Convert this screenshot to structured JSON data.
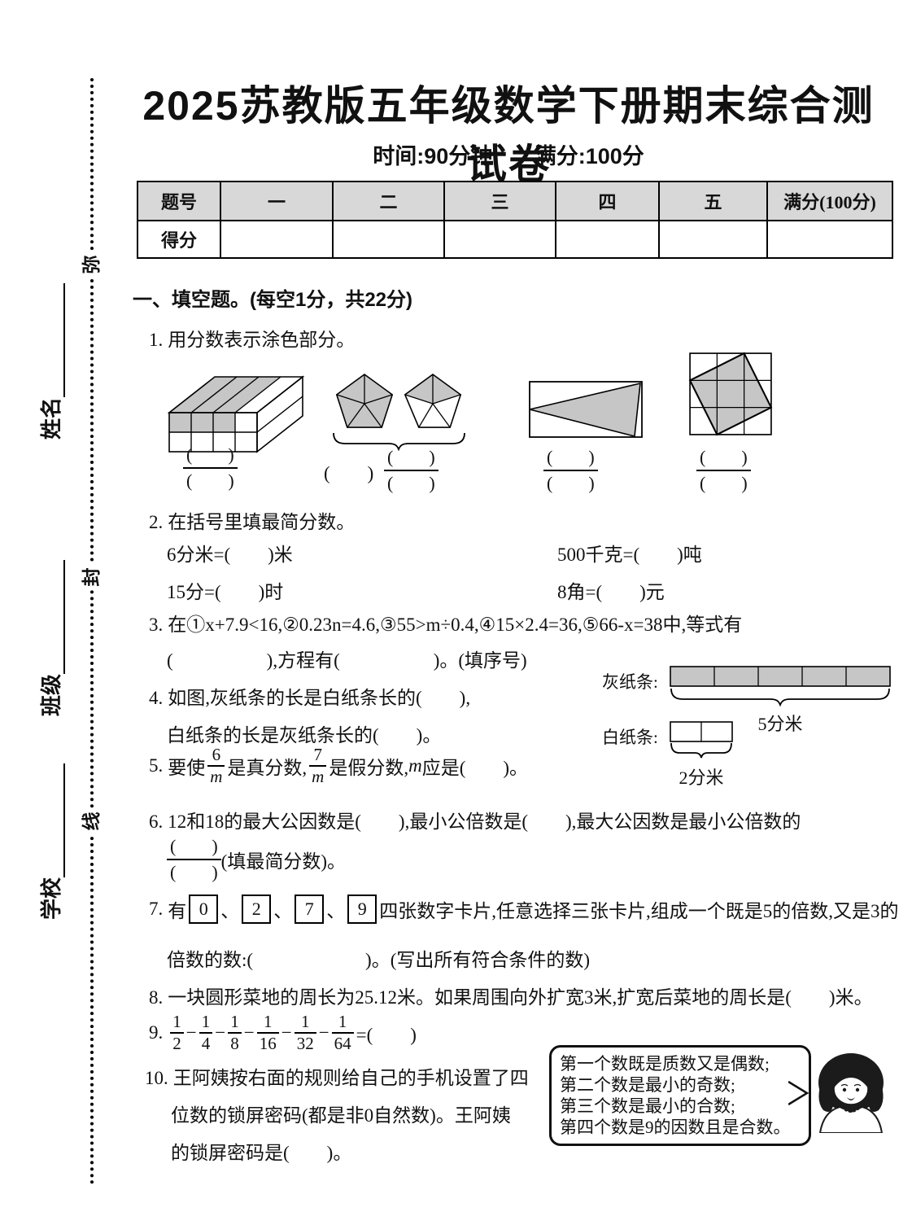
{
  "page": {
    "title": "2025苏教版五年级数学下册期末综合测试卷",
    "time": "时间:90分钟",
    "full_score": "满分:100分"
  },
  "score_table": {
    "headers": [
      "题号",
      "一",
      "二",
      "三",
      "四",
      "五",
      "满分(100分)"
    ],
    "score_row_label": "得分"
  },
  "seal": {
    "char_top": "弥",
    "char_mid": "封",
    "char_bottom": "线",
    "name_label": "姓名",
    "class_label": "班级",
    "school_label": "学校"
  },
  "blanks": {
    "paren": "(　　)",
    "paren_small": "(　)"
  },
  "section1": {
    "heading": "一、填空题。(每空1分，共22分)",
    "q1": {
      "no": "1.",
      "text": "用分数表示涂色部分。"
    },
    "q2": {
      "no": "2.",
      "text": "在括号里填最简分数。",
      "item1": "6分米=(　　)米",
      "item2": "500千克=(　　)吨",
      "item3": "15分=(　　)时",
      "item4": "8角=(　　)元"
    },
    "q3": {
      "no": "3.",
      "line1": "在①x+7.9<16,②0.23n=4.6,③55>m÷0.4,④15×2.4=36,⑤66-x=38中,等式有",
      "line2": "(　　　　　),方程有(　　　　　)。(填序号)"
    },
    "q4": {
      "no": "4.",
      "line1": "如图,灰纸条的长是白纸条长的(　　),",
      "line2": "白纸条的长是灰纸条长的(　　)。",
      "gray_label": "灰纸条:",
      "white_label": "白纸条:",
      "gray_len": "5分米",
      "white_len": "2分米"
    },
    "q5": {
      "no": "5.",
      "t1": "要使",
      "f1n": "6",
      "f1d": "m",
      "t2": "是真分数,",
      "f2n": "7",
      "f2d": "m",
      "t3": "是假分数,",
      "var": "m",
      "t4": "应是(　　)。"
    },
    "q6": {
      "no": "6.",
      "line1": "12和18的最大公因数是(　　),最小公倍数是(　　),最大公因数是最小公倍数的",
      "suffix": "(填最简分数)。"
    },
    "q7": {
      "no": "7.",
      "t1": "有",
      "card1": "0",
      "card2": "2",
      "card3": "7",
      "card4": "9",
      "sep": "、",
      "t2": "四张数字卡片,任意选择三张卡片,组成一个既是5的倍数,又是3的",
      "line2": "倍数的数:(　　　　　　)。(写出所有符合条件的数)"
    },
    "q8": {
      "no": "8.",
      "text": "一块圆形菜地的周长为25.12米。如果周围向外扩宽3米,扩宽后菜地的周长是(　　)米。"
    },
    "q9": {
      "no": "9.",
      "f1n": "1",
      "f1d": "2",
      "f2n": "1",
      "f2d": "4",
      "f3n": "1",
      "f3d": "8",
      "f4n": "1",
      "f4d": "16",
      "f5n": "1",
      "f5d": "32",
      "f6n": "1",
      "f6d": "64",
      "minus": "−",
      "equals": "=(　　)"
    },
    "q10": {
      "no": "10.",
      "line1": "王阿姨按右面的规则给自己的手机设置了四",
      "line2": "位数的锁屏密码(都是非0自然数)。王阿姨",
      "line3": "的锁屏密码是(　　)。",
      "bubble1": "第一个数既是质数又是偶数;",
      "bubble2": "第二个数是最小的奇数;",
      "bubble3": "第三个数是最小的合数;",
      "bubble4": "第四个数是9的因数且是合数。"
    }
  }
}
